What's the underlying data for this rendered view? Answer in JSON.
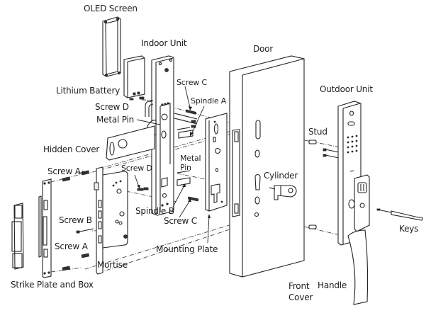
{
  "diagram": {
    "type": "exploded-assembly",
    "subject": "Smart door lock installation components",
    "labels": {
      "oled_screen": "OLED Screen",
      "indoor_unit": "Indoor Unit",
      "lithium_battery": "Lithium Battery",
      "screw_d_top": "Screw D",
      "metal_pin_top": "Metal Pin",
      "screw_c_top": "Screw C",
      "spindle_a": "Spindle A",
      "hidden_cover": "Hidden Cover",
      "screw_a_top": "Screw A",
      "screw_d_bottom": "Screw D",
      "metal_pin_bottom": "Metal\nPin",
      "screw_b": "Screw B",
      "spindle_b": "Spindle B",
      "screw_c_bottom": "Screw C",
      "screw_a_bottom": "Screw A",
      "mounting_plate": "Mounting Plate",
      "mortise": "Mortise",
      "strike_plate_and_box": "Strike Plate and Box",
      "door": "Door",
      "cylinder": "Cylinder",
      "stud": "Stud",
      "outdoor_unit": "Outdoor Unit",
      "keys": "Keys",
      "front_cover": "Front\nCover",
      "handle": "Handle"
    },
    "colors": {
      "line": "#222222",
      "text": "#1e1e1e",
      "background": "#ffffff"
    }
  }
}
